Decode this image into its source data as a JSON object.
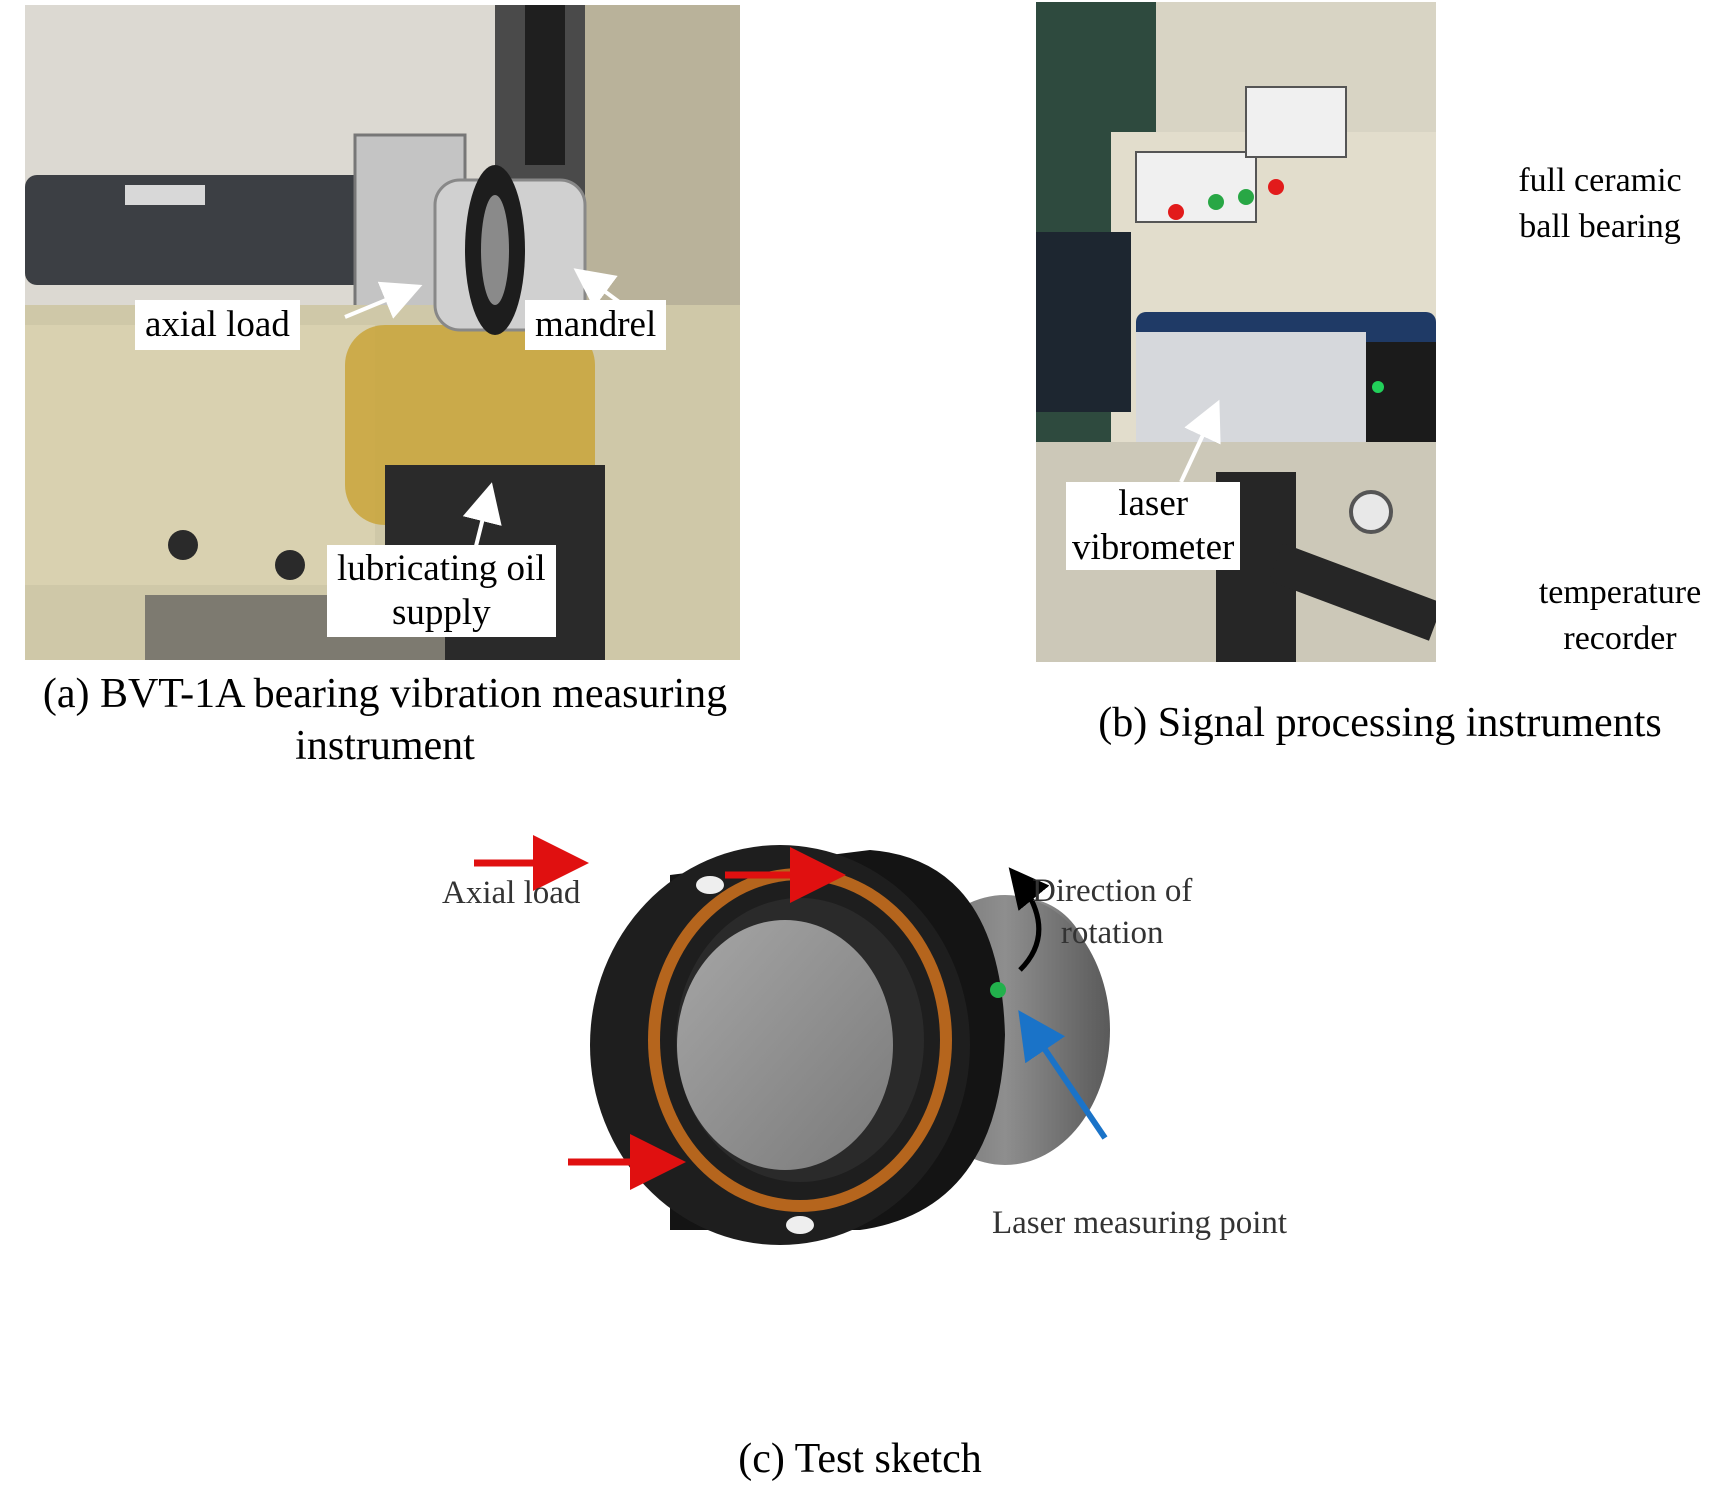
{
  "panel_a": {
    "labels": {
      "axial_load": "axial load",
      "mandrel": "mandrel",
      "lube_line1": "lubricating oil",
      "lube_line2": "supply"
    },
    "caption_line1": "(a) BVT-1A bearing vibration measuring",
    "caption_line2": "instrument"
  },
  "panel_b": {
    "labels": {
      "laser_line1": "laser",
      "laser_line2": "vibrometer"
    },
    "caption": "(b) Signal processing instruments"
  },
  "side_labels": {
    "bearing_line1": "full ceramic",
    "bearing_line2": "ball bearing",
    "temp_line1": "temperature",
    "temp_line2": "recorder"
  },
  "panel_c": {
    "labels": {
      "axial_load": "Axial load",
      "rotation_line1": "Direction of",
      "rotation_line2": "rotation",
      "laser_point": "Laser measuring point"
    },
    "caption": "(c) Test sketch"
  },
  "colors": {
    "arrow_red": "#e01010",
    "arrow_blue": "#1a73c8",
    "bearing_outer": "#1e1e1e",
    "bearing_cage": "#b5651d",
    "measuring_dot": "#22b14c"
  }
}
